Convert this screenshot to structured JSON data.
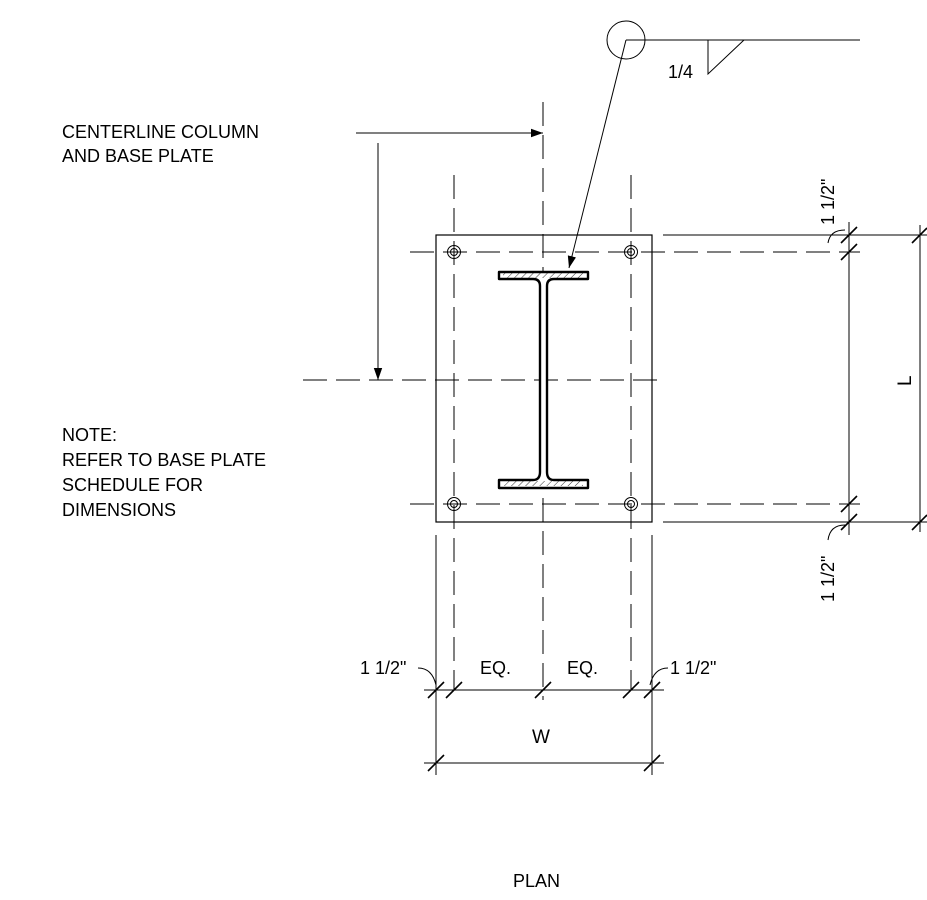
{
  "drawing": {
    "weld_size": "1/4",
    "centerline_label_line1": "CENTERLINE COLUMN",
    "centerline_label_line2": "AND BASE PLATE",
    "note_line1": "NOTE:",
    "note_line2": "REFER TO BASE PLATE",
    "note_line3": "SCHEDULE FOR",
    "note_line4": "DIMENSIONS",
    "edge_dim_top": "1 1/2\"",
    "edge_dim_bottom": "1 1/2\"",
    "length_label": "L",
    "edge_dim_left": "1 1/2\"",
    "edge_dim_right": "1 1/2\"",
    "eq_left": "EQ.",
    "eq_right": "EQ.",
    "width_label": "W",
    "view_title": "PLAN"
  }
}
